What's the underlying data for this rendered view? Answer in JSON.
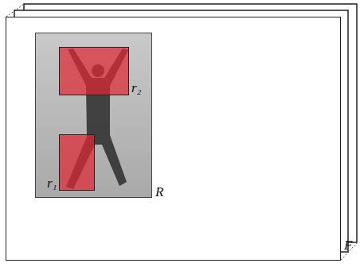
{
  "diagram": {
    "nodes": [
      {
        "text": [
          "F"
        ]
      },
      {
        "text": [
          "R"
        ],
        "in": 0
      },
      {
        "text": [
          "r₂"
        ],
        "in": 1
      },
      {
        "text": [
          "r₁"
        ],
        "in": 1
      }
    ]
  }
}
